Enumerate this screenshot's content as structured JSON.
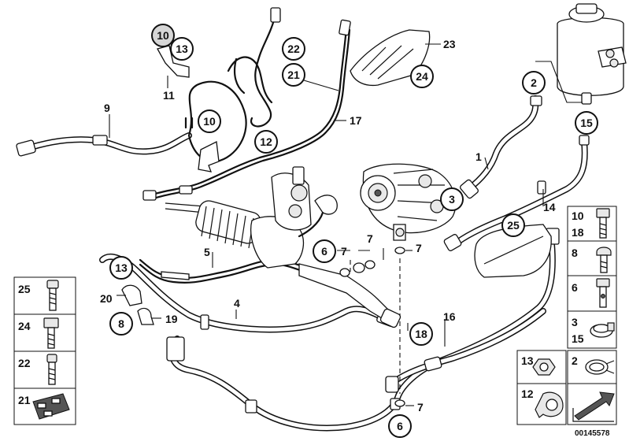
{
  "diagram": {
    "reference_number": "00145578",
    "callouts_circled": [
      {
        "id": "c10a",
        "label": "10"
      },
      {
        "id": "c13a",
        "label": "13"
      },
      {
        "id": "c22",
        "label": "22"
      },
      {
        "id": "c21",
        "label": "21"
      },
      {
        "id": "c10b",
        "label": "10"
      },
      {
        "id": "c12",
        "label": "12"
      },
      {
        "id": "c24",
        "label": "24"
      },
      {
        "id": "c2",
        "label": "2"
      },
      {
        "id": "c15",
        "label": "15"
      },
      {
        "id": "c3",
        "label": "3"
      },
      {
        "id": "c25",
        "label": "25"
      },
      {
        "id": "c13b",
        "label": "13"
      },
      {
        "id": "c8",
        "label": "8"
      },
      {
        "id": "c6a",
        "label": "6"
      },
      {
        "id": "c18",
        "label": "18"
      },
      {
        "id": "c6b",
        "label": "6"
      }
    ],
    "callouts_plain": [
      {
        "id": "p11",
        "label": "11"
      },
      {
        "id": "p9",
        "label": "9"
      },
      {
        "id": "p23",
        "label": "23"
      },
      {
        "id": "p17",
        "label": "17"
      },
      {
        "id": "p1",
        "label": "1"
      },
      {
        "id": "p14",
        "label": "14"
      },
      {
        "id": "p7a",
        "label": "7"
      },
      {
        "id": "p7b",
        "label": "7"
      },
      {
        "id": "p7c",
        "label": "7"
      },
      {
        "id": "p5",
        "label": "5"
      },
      {
        "id": "p20",
        "label": "20"
      },
      {
        "id": "p19",
        "label": "19"
      },
      {
        "id": "p4",
        "label": "4"
      },
      {
        "id": "p16",
        "label": "16"
      },
      {
        "id": "p7d",
        "label": "7"
      }
    ],
    "left_legend": [
      {
        "label": "25",
        "part": "bolt"
      },
      {
        "label": "24",
        "part": "hex-bolt"
      },
      {
        "label": "22",
        "part": "stud"
      },
      {
        "label": "21",
        "part": "grommet"
      }
    ],
    "right_legend": [
      {
        "labels": [
          "10",
          "18"
        ],
        "part": "hex-bolt"
      },
      {
        "labels": [
          "8"
        ],
        "part": "bolt"
      },
      {
        "labels": [
          "6"
        ],
        "part": "banjo-bolt"
      },
      {
        "labels": [
          "3",
          "15"
        ],
        "part": "hose-clamp"
      },
      {
        "labels": [
          "13"
        ],
        "part": "hex-nut"
      },
      {
        "labels": [
          "2"
        ],
        "part": "spring-clamp"
      },
      {
        "labels": [
          "12"
        ],
        "part": "p-clip"
      },
      {
        "labels": [],
        "part": "arrow-symbol"
      }
    ]
  }
}
